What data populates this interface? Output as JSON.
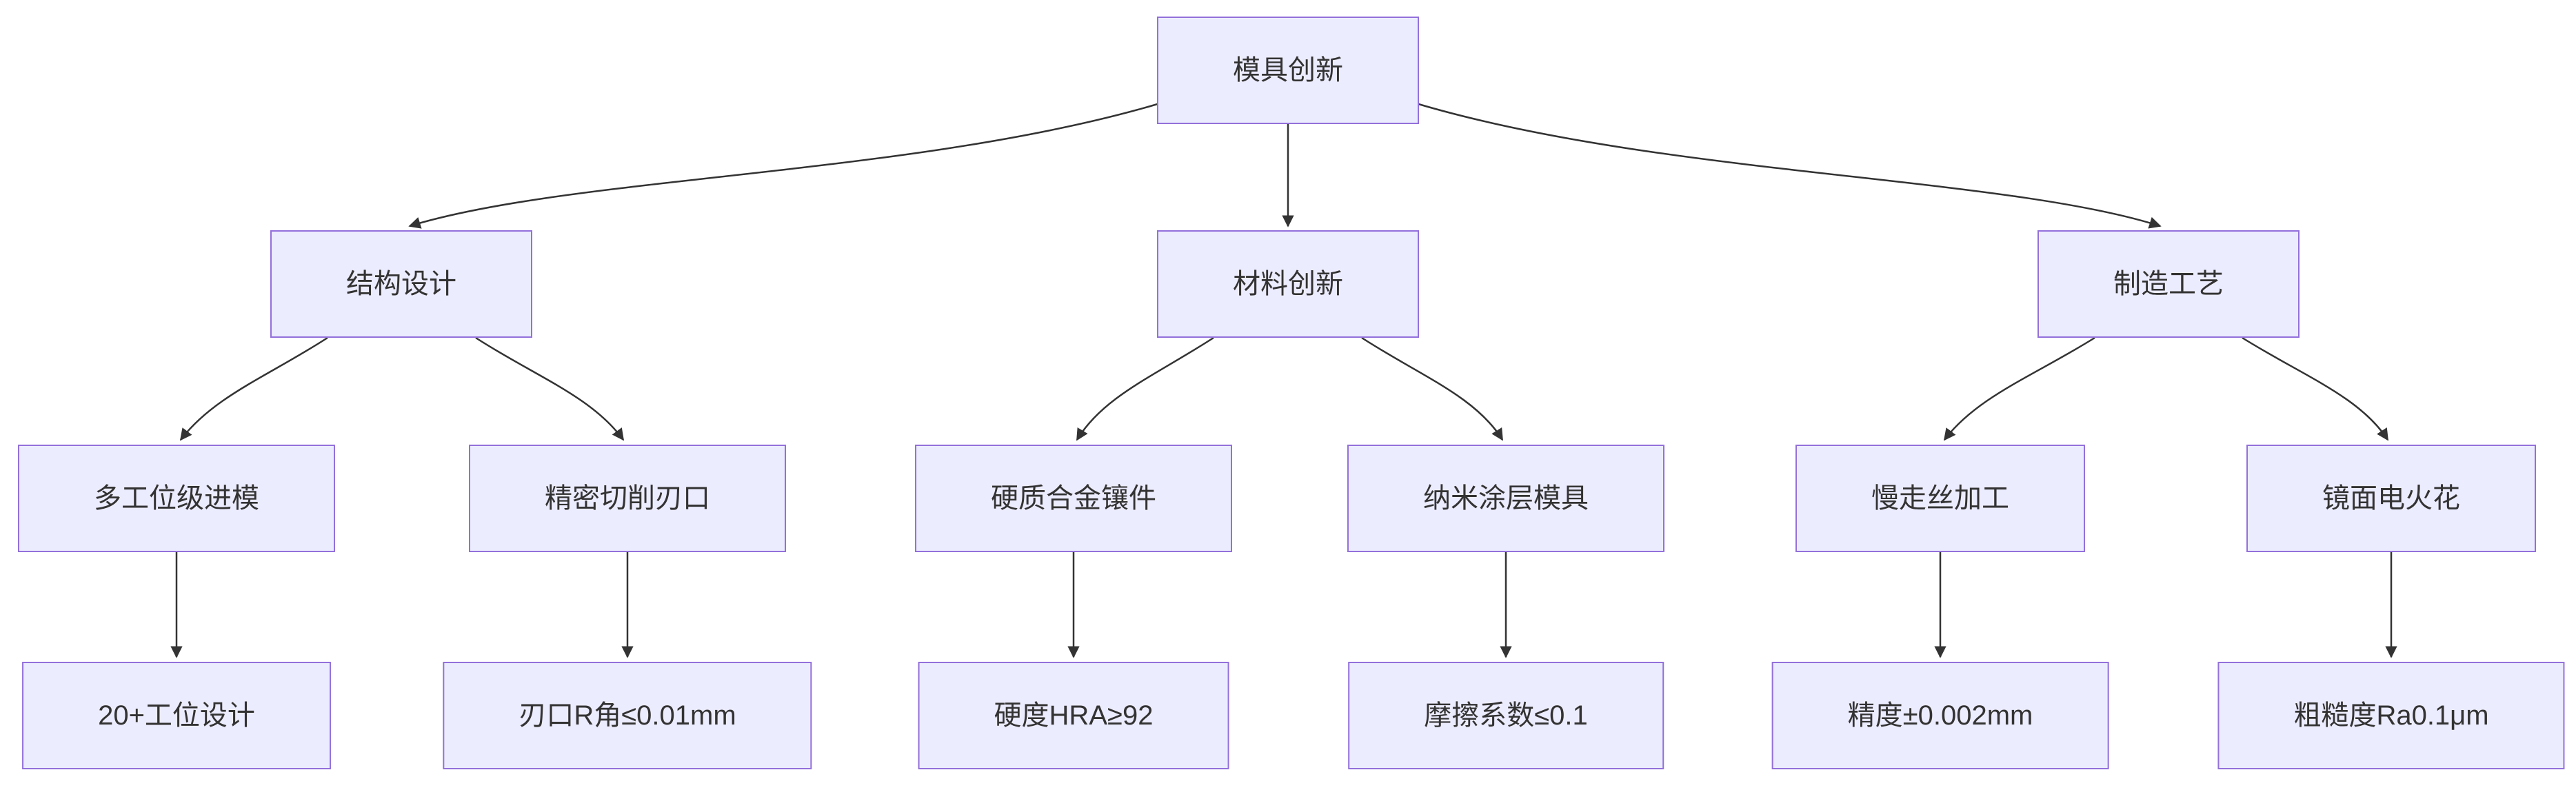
{
  "diagram": {
    "type": "flowchart-top-down",
    "colors": {
      "node_fill": "#ECECFF",
      "node_border": "#9370DB",
      "edge": "#333333",
      "text": "#333333",
      "background": "#FFFFFF"
    },
    "nodes": [
      {
        "id": "mold-innovation",
        "label": "模具创新"
      },
      {
        "id": "structure-design",
        "label": "结构设计"
      },
      {
        "id": "material-innovation",
        "label": "材料创新"
      },
      {
        "id": "manufacturing-process",
        "label": "制造工艺"
      },
      {
        "id": "multi-station-die",
        "label": "多工位级进模"
      },
      {
        "id": "precision-cutting-edge",
        "label": "精密切削刃口"
      },
      {
        "id": "carbide-insert",
        "label": "硬质合金镶件"
      },
      {
        "id": "nano-coated-die",
        "label": "纳米涂层模具"
      },
      {
        "id": "slow-wire-edm",
        "label": "慢走丝加工"
      },
      {
        "id": "mirror-edm",
        "label": "镜面电火花"
      },
      {
        "id": "station-design",
        "label": "20+工位设计"
      },
      {
        "id": "edge-r-angle",
        "label": "刃口R角≤0.01mm"
      },
      {
        "id": "hardness",
        "label": "硬度HRA≥92"
      },
      {
        "id": "friction-coefficient",
        "label": "摩擦系数≤0.1"
      },
      {
        "id": "precision",
        "label": "精度±0.002mm"
      },
      {
        "id": "roughness",
        "label": "粗糙度Ra0.1μm"
      }
    ],
    "edges": [
      {
        "from": "模具创新",
        "to": "结构设计"
      },
      {
        "from": "模具创新",
        "to": "材料创新"
      },
      {
        "from": "模具创新",
        "to": "制造工艺"
      },
      {
        "from": "结构设计",
        "to": "多工位级进模"
      },
      {
        "from": "结构设计",
        "to": "精密切削刃口"
      },
      {
        "from": "材料创新",
        "to": "硬质合金镶件"
      },
      {
        "from": "材料创新",
        "to": "纳米涂层模具"
      },
      {
        "from": "制造工艺",
        "to": "慢走丝加工"
      },
      {
        "from": "制造工艺",
        "to": "镜面电火花"
      },
      {
        "from": "多工位级进模",
        "to": "20+工位设计"
      },
      {
        "from": "精密切削刃口",
        "to": "刃口R角≤0.01mm"
      },
      {
        "from": "硬质合金镶件",
        "to": "硬度HRA≥92"
      },
      {
        "from": "纳米涂层模具",
        "to": "摩擦系数≤0.1"
      },
      {
        "from": "慢走丝加工",
        "to": "精度±0.002mm"
      },
      {
        "from": "镜面电火花",
        "to": "粗糙度Ra0.1μm"
      }
    ]
  }
}
